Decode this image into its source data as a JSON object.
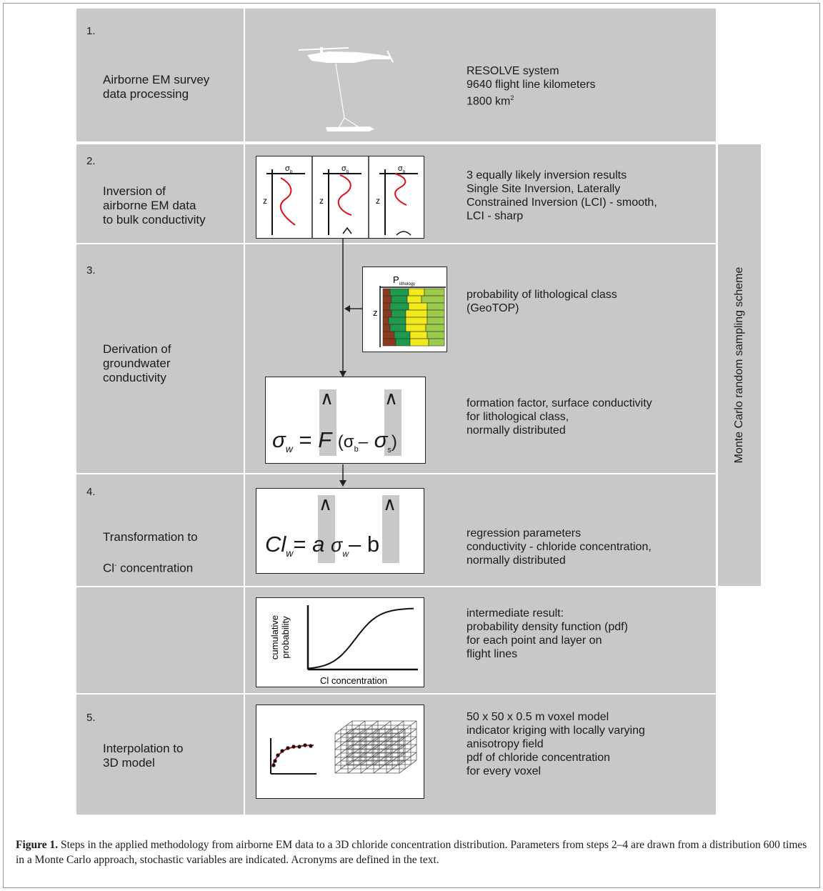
{
  "steps": [
    {
      "num": "1.",
      "title": "Airborne EM survey\ndata processing",
      "desc": [
        "RESOLVE system",
        "9640 flight line kilometers"
      ],
      "area": "1800 km",
      "area_sup": "2"
    },
    {
      "num": "2.",
      "title": "Inversion of\nairborne EM data\nto bulk conductivity",
      "desc": [
        "3 equally likely inversion results",
        "Single Site Inversion, Laterally",
        "Constrained Inversion (LCI) - smooth,",
        "LCI - sharp"
      ]
    },
    {
      "num": "3.",
      "title": "Derivation of\ngroundwater\nconductivity",
      "desc_a": [
        "probability of lithological class",
        "(GeoTOP)"
      ],
      "desc_b": [
        "formation factor, surface conductivity",
        "for lithological class,",
        "normally distributed"
      ]
    },
    {
      "num": "4.",
      "title_main": "Transformation to",
      "title_cl": "Cl",
      "title_sup": "-",
      "title_rest": " concentration",
      "desc": [
        "regression parameters",
        "conductivity - chloride concentration,",
        "normally distributed"
      ]
    },
    {
      "num": "",
      "title": "",
      "desc": [
        "intermediate result:",
        "probability density function (pdf)",
        "for each point and layer on",
        "flight lines"
      ]
    },
    {
      "num": "5.",
      "title": "Interpolation to\n3D model",
      "desc": [
        "50 x 50 x 0.5 m voxel model",
        "indicator kriging with locally varying",
        "anisotropy field",
        "pdf of chloride concentration",
        "for every voxel"
      ]
    }
  ],
  "inversion": {
    "sigma_label": "σ",
    "sigma_sub": "b",
    "depth_label": "z"
  },
  "lithology": {
    "p_label": "P",
    "p_sub": "lithology",
    "depth_label": "z",
    "colors": {
      "clay": "#8b3a1e",
      "green": "#1f9a4c",
      "yellow": "#f2ea1a",
      "light": "#9ccb4b"
    }
  },
  "formula_sigma": {
    "lhs": "σ",
    "lhs_sub": "w",
    "eq": "=",
    "F": "F",
    "open": "(σ",
    "b_sub": "b",
    "minus": "–",
    "s": "σ",
    "s_sub": "s",
    "close": ")",
    "hat": "∧"
  },
  "formula_cl": {
    "lhs": "Cl",
    "lhs_sub": "w",
    "eq": "=",
    "a": "a",
    "sig": "σ",
    "sig_sub": "w",
    "minus": "–",
    "b": "b",
    "hat": "∧"
  },
  "cdf": {
    "ylabel_1": "cumulative",
    "ylabel_2": "probability",
    "xlabel": "Cl concentration"
  },
  "mc_label": "Monte Carlo random sampling scheme",
  "caption": {
    "bold": "Figure 1.",
    "text": " Steps in the applied methodology from airborne EM data to a 3D chloride concentration distribution. Parameters from steps 2–4 are drawn from a distribution 600 times in a Monte Carlo approach, stochastic variables are indicated. Acronyms are defined in the text."
  },
  "colors": {
    "band": "#c8c8c8",
    "curve": "#e0101a"
  }
}
